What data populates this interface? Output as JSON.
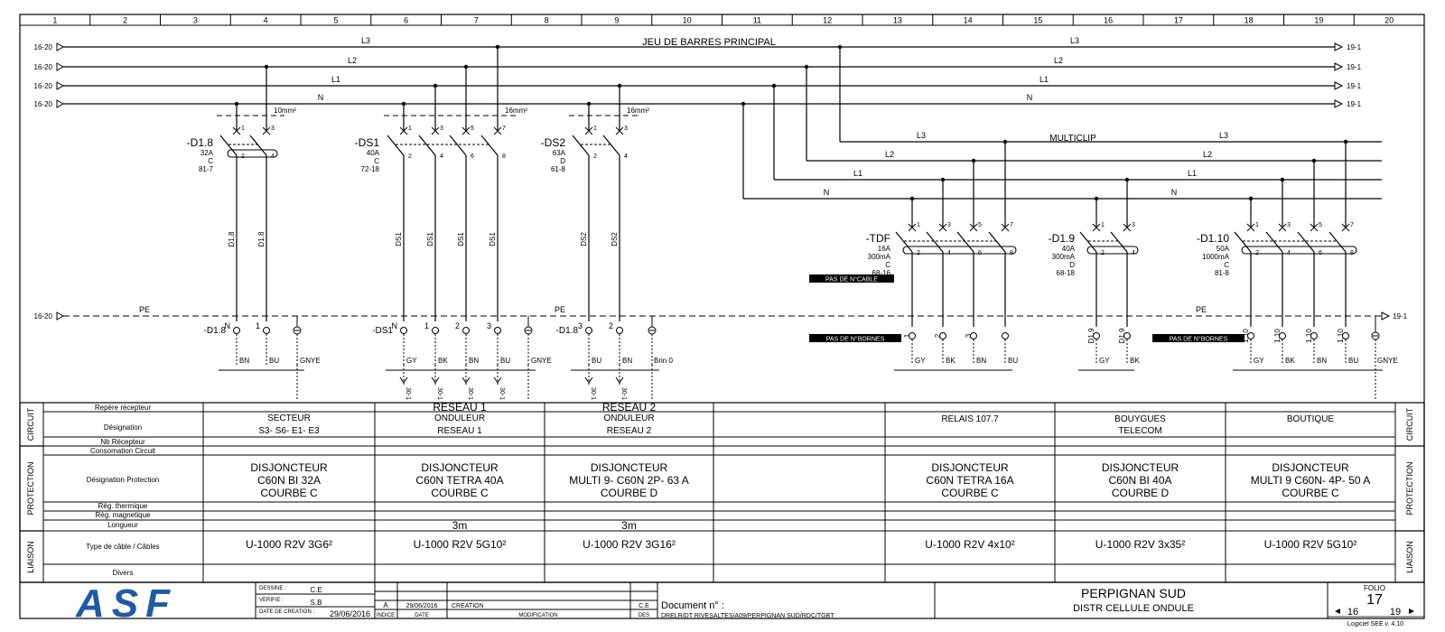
{
  "columns": [
    "1",
    "2",
    "3",
    "4",
    "5",
    "6",
    "7",
    "8",
    "9",
    "10",
    "11",
    "12",
    "13",
    "14",
    "15",
    "16",
    "17",
    "18",
    "19",
    "20"
  ],
  "bus": {
    "title": "JEU DE BARRES PRINCIPAL",
    "source_ref": "16-20",
    "dest_ref": "19-1",
    "phases": [
      "L3",
      "L2",
      "L1",
      "N"
    ],
    "pe": "PE",
    "multiclip": "MULTICLIP"
  },
  "breakers": [
    {
      "tag": "-D1.8",
      "rating": "32A",
      "curve": "C",
      "ref": "81-7",
      "section": "10mm²",
      "poles": [
        "1",
        "3"
      ],
      "bottom": [
        "2",
        "4"
      ],
      "wires": [
        "D1.8",
        "D1.8"
      ],
      "terms": [
        "N",
        "1"
      ],
      "colors": [
        "BN",
        "BU",
        "GNYE"
      ],
      "term_tag": "-D1.8"
    },
    {
      "tag": "-DS1",
      "rating": "40A",
      "curve": "C",
      "ref": "72-18",
      "section": "16mm²",
      "poles": [
        "1",
        "3",
        "5",
        "7"
      ],
      "bottom": [
        "2",
        "4",
        "6",
        "8"
      ],
      "wires": [
        "DS1",
        "DS1",
        "DS1",
        "DS1"
      ],
      "terms": [
        "N",
        "1",
        "2",
        "3"
      ],
      "colors": [
        "GY",
        "BK",
        "BN",
        "BU",
        "GNYE"
      ],
      "term_tag": "-DS1",
      "arrow_refs": [
        "30-1",
        "30-1",
        "30-1",
        "30-1"
      ]
    },
    {
      "tag": "-DS2",
      "rating": "63A",
      "curve": "D",
      "ref": "61-8",
      "section": "16mm²",
      "poles": [
        "1",
        "3"
      ],
      "bottom": [
        "2",
        "4"
      ],
      "wires": [
        "DS2",
        "DS2"
      ],
      "terms": [
        "3",
        "2"
      ],
      "colors": [
        "BU",
        "BN",
        "Brin 0"
      ],
      "term_tag": "-D1.8",
      "arrow_refs": [
        "30-1",
        "30-1"
      ]
    },
    {
      "tag": "-TDF",
      "rating": "16A",
      "sens": "300mA",
      "curve": "C",
      "ref": "68-16",
      "poles": [
        "1",
        "3",
        "5",
        "7"
      ],
      "bottom": [
        "2",
        "4",
        "6",
        "8"
      ],
      "wires": [
        "1",
        "2",
        "3"
      ],
      "colors": [
        "GY",
        "BK",
        "BN",
        "BU"
      ],
      "note": "PAS DE N°CABLE"
    },
    {
      "tag": "-D1.9",
      "rating": "40A",
      "sens": "300mA",
      "curve": "D",
      "ref": "68-18",
      "poles": [
        "1",
        "3"
      ],
      "bottom": [
        "2",
        "4"
      ],
      "wires": [
        "D1.9",
        "D1.9"
      ],
      "colors": [
        "GY",
        "BK"
      ]
    },
    {
      "tag": "-D1.10",
      "rating": "50A",
      "sens": "1000mA",
      "curve": "C",
      "ref": "81-8",
      "poles": [
        "1",
        "3",
        "5",
        "7"
      ],
      "bottom": [
        "2",
        "4",
        "6",
        "8"
      ],
      "wires": [
        "1.10",
        "1.10",
        "1.10",
        "1.10"
      ],
      "colors": [
        "GY",
        "BK",
        "BN",
        "BU",
        "GNYE"
      ]
    }
  ],
  "pas_bornes": "PAS DE N°BORNES",
  "table": {
    "groups": [
      "CIRCUIT",
      "PROTECTION",
      "LIAISON"
    ],
    "rows": [
      "Repère récepteur",
      "Désignation",
      "Nb Récepteur",
      "Consomation Circuit",
      "Désignation Protection",
      "Rég. thermique",
      "Rég. magnetique",
      "Longueur",
      "Type de câble / Câbles",
      "Divers"
    ],
    "cols": [
      {
        "repere": "",
        "desig1": "SECTEUR",
        "desig2": "S3- S6- E1- E3",
        "prot": [
          "DISJONCTEUR",
          "C60N BI 32A",
          "COURBE C"
        ],
        "longueur": "",
        "cable": "U-1000 R2V 3G6²"
      },
      {
        "repere": "RESEAU 1",
        "desig1": "ONDULEUR",
        "desig2": "RESEAU 1",
        "prot": [
          "DISJONCTEUR",
          "C60N TETRA 40A",
          "COURBE C"
        ],
        "longueur": "3m",
        "cable": "U-1000 R2V 5G10²"
      },
      {
        "repere": "RESEAU 2",
        "desig1": "ONDULEUR",
        "desig2": "RESEAU 2",
        "prot": [
          "DISJONCTEUR",
          "MULTI 9- C60N 2P- 63 A",
          "COURBE D"
        ],
        "longueur": "3m",
        "cable": "U-1000 R2V 3G16²"
      },
      {
        "repere": "",
        "desig1": "",
        "desig2": "",
        "prot": [
          "",
          "",
          ""
        ],
        "longueur": "",
        "cable": ""
      },
      {
        "repere": "",
        "desig1": "RELAIS  107.7",
        "desig2": "",
        "prot": [
          "DISJONCTEUR",
          "C60N TETRA 16A",
          "COURBE C"
        ],
        "longueur": "",
        "cable": "U-1000 R2V 4x10²"
      },
      {
        "repere": "",
        "desig1": "BOUYGUES",
        "desig2": "TELECOM",
        "prot": [
          "DISJONCTEUR",
          "C60N BI 40A",
          "COURBE D"
        ],
        "longueur": "",
        "cable": "U-1000 R2V 3x35²"
      },
      {
        "repere": "",
        "desig1": "BOUTIQUE",
        "desig2": "",
        "prot": [
          "DISJONCTEUR",
          "MULTI 9 C60N- 4P- 50 A",
          "COURBE C"
        ],
        "longueur": "",
        "cable": "U-1000 R2V 5G10²"
      }
    ]
  },
  "title_block": {
    "logo": "ASF",
    "logo_color": "#1f5aa8",
    "dessine_label": "DESSINE :",
    "dessine": "C.E",
    "verifie_label": "VERIFIE :",
    "verifie": "S.B",
    "date_label": "DATE DE CREATION :",
    "date": "29/06/2016",
    "rev_indice": "A",
    "rev_date": "29/06/2016",
    "rev_text": "CREATION",
    "rev_des": "C.E",
    "h_indice": "INDICE",
    "h_date": "DATE",
    "h_modif": "MODIFICATION",
    "h_des": "DES",
    "doc_label": "Document n° :",
    "doc": "DRELR/DT RIVESALTES/A09/PERPIGNAN SUD/RDC/TGBT",
    "site": "PERPIGNAN SUD",
    "sub": "DISTR CELLULE ONDULE",
    "folio_label": "FOLIO",
    "folio": "17",
    "prev": "16",
    "next": "19",
    "software": "Logiciel SEE  v. 4.10"
  }
}
